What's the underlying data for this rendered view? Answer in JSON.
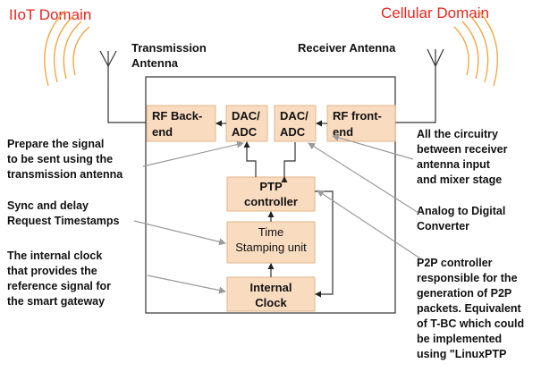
{
  "domains": {
    "iiot": "IIoT Domain",
    "cellular": "Cellular Domain"
  },
  "antennas": {
    "transmission": [
      "Transmission",
      "Antenna"
    ],
    "receiver": "Receiver Antenna"
  },
  "blocks": {
    "rf_backend": [
      "RF Back-",
      "end"
    ],
    "dac_adc_left": [
      "DAC/",
      "ADC"
    ],
    "dac_adc_right": [
      "DAC/",
      "ADC"
    ],
    "rf_frontend": [
      "RF front-",
      "end"
    ],
    "ptp_controller": [
      "PTP",
      "controller"
    ],
    "time_stamping": [
      "Time",
      "Stamping unit"
    ],
    "internal_clock": [
      "Internal",
      "Clock"
    ]
  },
  "annotations": {
    "prepare_signal": [
      "Prepare the signal",
      "to be sent using the",
      "transmission antenna"
    ],
    "sync_delay": [
      "Sync and delay",
      "Request Timestamps"
    ],
    "internal_clock_desc": [
      "The internal clock",
      "that provides the",
      "reference signal for",
      "the smart gateway"
    ],
    "circuitry": [
      "All the circuitry",
      "between receiver",
      "antenna input",
      "and mixer stage"
    ],
    "analog_digital": [
      "Analog to Digital",
      "Converter"
    ],
    "p2p_controller": [
      "P2P controller",
      "responsible for the",
      "generation of P2P",
      "packets. Equivalent",
      "of T-BC which could",
      "be implemented",
      "using \"LinuxPTP"
    ]
  },
  "colors": {
    "domain_label": "#e8251f",
    "block_fill": "#f9dcc0",
    "block_border": "#e2b48a",
    "annotation_arrow": "#999999",
    "wire": "#333333"
  }
}
